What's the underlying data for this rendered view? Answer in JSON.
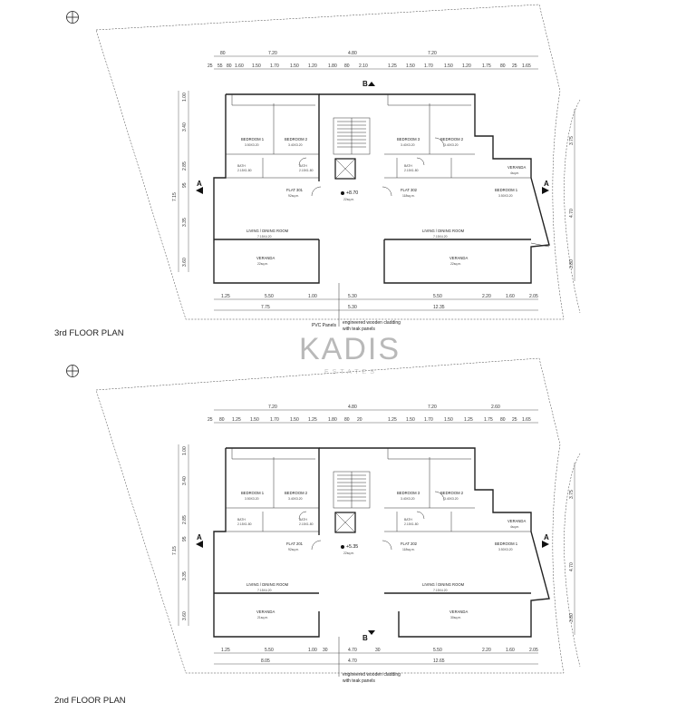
{
  "plans": [
    {
      "id": "third",
      "title": "3rd FLOOR PLAN",
      "top_dims_row1": [
        "80",
        "7.20",
        "4.80",
        "7.20"
      ],
      "top_dims_row2": [
        "25",
        "55",
        "80",
        "1.60",
        "1.50",
        "1.70",
        "1.50",
        "1.20",
        "1.80",
        "80",
        "2.10",
        "1.25",
        "1.50",
        "1.70",
        "1.50",
        "1.20",
        "1.75",
        "80",
        "25",
        "1.65"
      ],
      "left_dims": [
        "1.00",
        "3.40",
        "2.85",
        "95",
        "7.15",
        "3.35",
        "3.60"
      ],
      "right_dims": [
        "3.75",
        "4.70",
        "3.80"
      ],
      "bottom_dims_row1": [
        "1.25",
        "5.50",
        "1.00",
        "5.30",
        "5.50",
        "2.20",
        "1.60",
        "2.05"
      ],
      "bottom_dims_row2": [
        "7.75",
        "5.30",
        "12.35"
      ],
      "section_marks": [
        "A",
        "A",
        "B"
      ],
      "level_label": "+8.70",
      "corridor_area": "22sq.m.",
      "flat_left": {
        "bedroom1": "BEDROOM 1",
        "bedroom1_area": "3.50X3.20",
        "bedroom2": "BEDROOM 2",
        "bedroom2_area": "3.40X3.20",
        "bath": "BATH",
        "bath_area": "2.15X1.80",
        "bath2": "BATH",
        "bath2_area": "2.15X1.80",
        "flat": "FLAT 301",
        "flat_area": "92sq.m.",
        "living": "LIVING / DINING ROOM",
        "living_area": "7.15X4.20",
        "veranda": "VERANDA",
        "veranda_area": "22sq.m."
      },
      "flat_right": {
        "bedroom1": "BEDROOM 1",
        "bedroom1_area": "3.50X3.20",
        "bedroom2": "BEDROOM 2",
        "bedroom2_area": "3.40X3.20",
        "bedroom3": "BEDROOM 3",
        "bedroom3_area": "3.40X3.20",
        "bath": "BATH",
        "bath_area": "2.15X1.80",
        "flat": "FLAT 302",
        "flat_area": "118sq.m.",
        "living": "LIVING / DINING ROOM",
        "living_area": "7.15X4.20",
        "veranda": "VERANDA",
        "veranda_area": "22sq.m.",
        "veranda2": "VERANDA",
        "veranda2_area": "4sq.m."
      },
      "notes": [
        "PVC Panels",
        "engineered wooden cladding",
        "with teak panels"
      ]
    },
    {
      "id": "second",
      "title": "2nd FLOOR PLAN",
      "top_dims_row1": [
        "7.20",
        "4.80",
        "7.20",
        "2.60"
      ],
      "top_dims_row2": [
        "25",
        "80",
        "1.25",
        "1.50",
        "1.70",
        "1.50",
        "1.25",
        "1.80",
        "80",
        "20",
        "1.25",
        "1.50",
        "1.70",
        "1.50",
        "1.25",
        "1.75",
        "80",
        "25",
        "1.65"
      ],
      "left_dims": [
        "1.00",
        "3.40",
        "2.85",
        "95",
        "7.15",
        "3.35",
        "3.60"
      ],
      "right_dims": [
        "3.75",
        "4.70",
        "3.80"
      ],
      "bottom_dims_row1": [
        "1.25",
        "5.50",
        "1.00",
        "30",
        "4.70",
        "30",
        "5.50",
        "2.20",
        "1.60",
        "2.05"
      ],
      "bottom_dims_row2": [
        "8.05",
        "4.70",
        "12.65"
      ],
      "section_marks": [
        "A",
        "A",
        "B"
      ],
      "level_label": "+5.35",
      "corridor_area": "22sq.m.",
      "flat_left": {
        "bedroom1": "BEDROOM 1",
        "bedroom1_area": "3.50X3.20",
        "bedroom2": "BEDROOM 2",
        "bedroom2_area": "3.40X3.20",
        "bath": "BATH",
        "bath_area": "2.15X1.80",
        "bath2": "BATH",
        "bath2_area": "2.15X1.80",
        "flat": "FLAT 201",
        "flat_area": "92sq.m.",
        "living": "LIVING / DINING ROOM",
        "living_area": "7.15X4.20",
        "veranda": "VERANDA",
        "veranda_area": "21sq.m."
      },
      "flat_right": {
        "bedroom1": "BEDROOM 1",
        "bedroom1_area": "3.50X3.20",
        "bedroom2": "BEDROOM 2",
        "bedroom2_area": "3.40X3.20",
        "bedroom3": "BEDROOM 3",
        "bedroom3_area": "3.40X3.20",
        "bath": "BATH",
        "bath_area": "2.15X1.80",
        "flat": "FLAT 202",
        "flat_area": "118sq.m.",
        "living": "LIVING / DINING ROOM",
        "living_area": "7.15X4.20",
        "veranda": "VERANDA",
        "veranda_area": "30sq.m.",
        "veranda2": "VERANDA",
        "veranda2_area": "4sq.m."
      },
      "notes": [
        "engineered wooden cladding",
        "with teak panels"
      ]
    }
  ],
  "watermark": {
    "brand": "KADIS",
    "sub": "ESTATES"
  },
  "icons": {
    "north": "north-arrow-icon",
    "section": "section-marker-icon",
    "level": "level-marker-icon",
    "stairs": "stairs-icon",
    "elevator": "elevator-icon",
    "door": "door-swing-icon"
  }
}
